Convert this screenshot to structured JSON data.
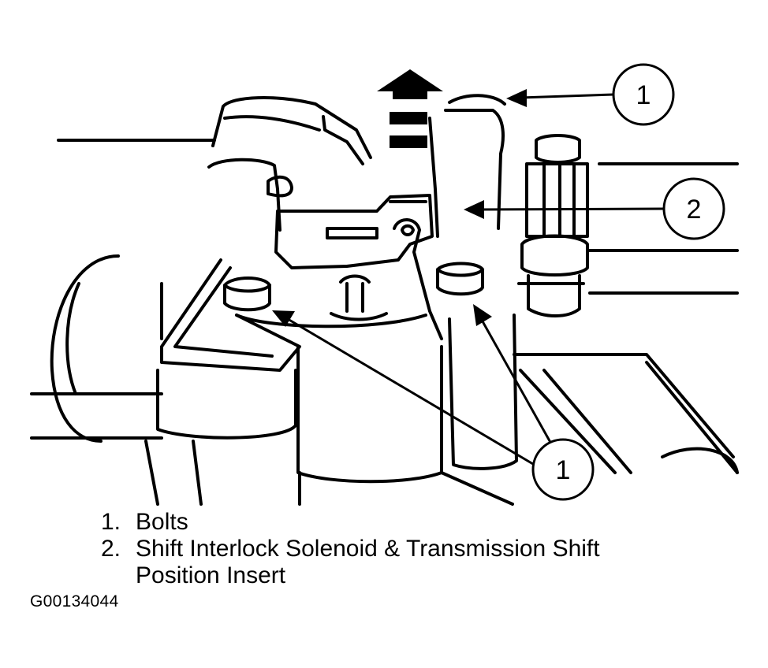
{
  "callouts": [
    {
      "number": "1"
    },
    {
      "number": "2"
    },
    {
      "number": "1"
    }
  ],
  "legend": [
    {
      "number": "1.",
      "text": "Bolts",
      "text_cont": ""
    },
    {
      "number": "2.",
      "text": "Shift Interlock Solenoid & Transmission Shift",
      "text_cont": "Position Insert"
    }
  ],
  "figure_id": "G00134044",
  "colors": {
    "ink": "#000000",
    "paper": "#ffffff"
  }
}
